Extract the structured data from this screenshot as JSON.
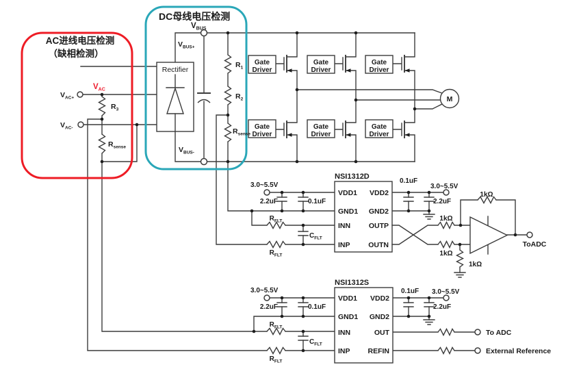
{
  "regions": {
    "ac": {
      "title1": "AC进线电压检测",
      "title2": "（缺相检测）"
    },
    "dc": {
      "title": "DC母线电压检测"
    }
  },
  "nets": {
    "vbus": {
      "m": "V",
      "s": "BUS"
    },
    "vbus_p": {
      "m": "V",
      "s": "BUS+"
    },
    "vbus_n": {
      "m": "V",
      "s": "BUS-"
    },
    "vac": {
      "m": "V",
      "s": "AC"
    },
    "vac_p": {
      "m": "V",
      "s": "AC+"
    },
    "vac_n": {
      "m": "V",
      "s": "AC-"
    }
  },
  "parts": {
    "rectifier": "Rectifier",
    "gate": "Gate",
    "driver": "Driver",
    "motor": "M",
    "r1": {
      "m": "R",
      "s": "1"
    },
    "r2": {
      "m": "R",
      "s": "2"
    },
    "r3": {
      "m": "R",
      "s": "3"
    },
    "rsense": {
      "m": "R",
      "s": "sense"
    },
    "rflt": {
      "m": "R",
      "s": "FLT"
    },
    "cflt": {
      "m": "C",
      "s": "FLT"
    },
    "r1k": "1kΩ",
    "c22": "2.2uF",
    "c01": "0.1uF",
    "vsup": "3.0~5.5V"
  },
  "chips": {
    "d": {
      "name": "NSI1312D",
      "left": [
        "VDD1",
        "GND1",
        "INN",
        "INP"
      ],
      "right": [
        "VDD2",
        "GND2",
        "OUTP",
        "OUTN"
      ]
    },
    "s": {
      "name": "NSI1312S",
      "left": [
        "VDD1",
        "GND1",
        "INN",
        "INP"
      ],
      "right": [
        "VDD2",
        "GND2",
        "OUT",
        "REFIN"
      ]
    }
  },
  "io": {
    "adc_opamp": "ToADC",
    "adc": "To ADC",
    "ext_ref": "External Reference"
  },
  "colors": {
    "ac_box": "#ee1c25",
    "dc_box": "#2aa7b8",
    "dc_title": "#0d93a6",
    "vbus_text": "#4cb5c8",
    "wire": "#3c3c3c"
  }
}
